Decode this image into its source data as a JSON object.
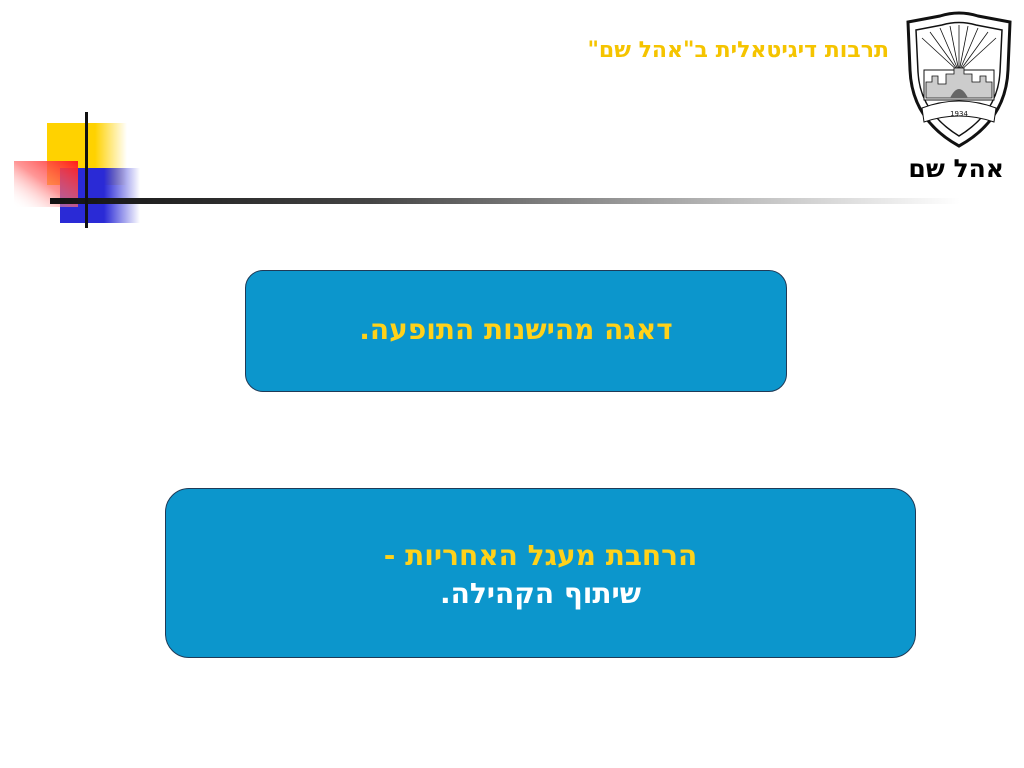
{
  "header": {
    "title": "תרבות דיגיטאלית ב\"אהל שם\"",
    "logo_caption": "אהל שם",
    "emblem_year": "1934"
  },
  "boxes": [
    {
      "lines": [
        "דאגה מהישנות התופעה."
      ]
    },
    {
      "lines": [
        "הרחבת מעגל האחריות -",
        "שיתוף הקהילה."
      ]
    }
  ],
  "colors": {
    "title": "#f5c400",
    "box_background": "#0c96cc",
    "box_text_yellow": "#ffd21a",
    "box_text_white": "#ffffff"
  }
}
